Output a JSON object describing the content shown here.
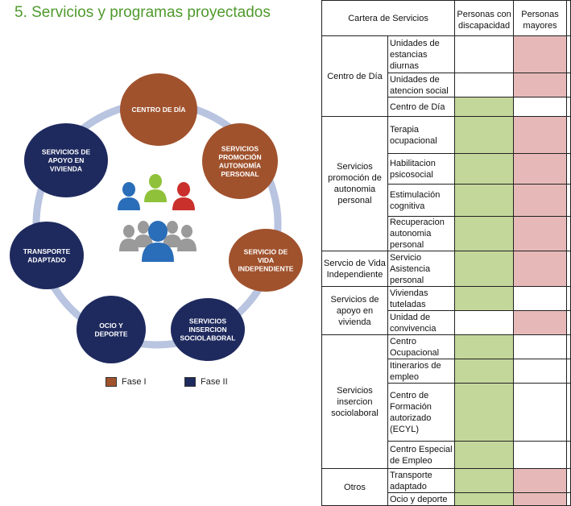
{
  "title": "5. Servicios y programas proyectados",
  "colors": {
    "fase1": "#a0522d",
    "fase2": "#1e2a5e",
    "ring": "#b8c4e0",
    "green": "#c4d79b",
    "pink": "#e6b9b8",
    "title": "#4f9a2d"
  },
  "diagram": {
    "nodes": [
      {
        "id": "centro",
        "label": [
          "CENTRO DE DÍA"
        ],
        "phase": 1
      },
      {
        "id": "promocion",
        "label": [
          "SERVICIOS",
          "PROMOCIÓN",
          "AUTONOMÍA",
          "PERSONAL"
        ],
        "phase": 1
      },
      {
        "id": "vida",
        "label": [
          "SERVICIO DE",
          "VIDA",
          "INDEPENDIENTE"
        ],
        "phase": 1
      },
      {
        "id": "insercion",
        "label": [
          "SERVICIOS",
          "INSERCION",
          "SOCIOLABORAL"
        ],
        "phase": 2
      },
      {
        "id": "ocio",
        "label": [
          "OCIO Y",
          "DEPORTE"
        ],
        "phase": 2
      },
      {
        "id": "transporte",
        "label": [
          "TRANSPORTE",
          "ADAPTADO"
        ],
        "phase": 2
      },
      {
        "id": "apoyo",
        "label": [
          "SERVICIOS DE",
          "APOYO EN",
          "VIVIENDA"
        ],
        "phase": 2
      }
    ],
    "center_icon": "people-group-icon"
  },
  "legend": {
    "fase1": "Fase I",
    "fase2": "Fase II"
  },
  "table": {
    "header": [
      "Cartera de Servicios",
      "Personas con discapacidad",
      "Personas mayores"
    ],
    "groups": [
      {
        "name": "Centro de Día",
        "rows": [
          {
            "service": "Unidades de estancias diurnas",
            "c1": "white",
            "c2": "pink"
          },
          {
            "service": "Unidades de atencion social",
            "c1": "white",
            "c2": "pink"
          },
          {
            "service": "Centro de Día",
            "c1": "green",
            "c2": "white"
          }
        ]
      },
      {
        "name": "Servicios promoción de autonomia personal",
        "rows": [
          {
            "service": "Terapia ocupacional",
            "c1": "green",
            "c2": "pink"
          },
          {
            "service": "Habilitacion psicosocial",
            "c1": "green",
            "c2": "pink"
          },
          {
            "service": "Estimulación cognitiva",
            "c1": "green",
            "c2": "pink"
          },
          {
            "service": "Recuperacion autonomia personal",
            "c1": "green",
            "c2": "pink"
          }
        ]
      },
      {
        "name": "Servcio de Vida Independiente",
        "rows": [
          {
            "service": "Servicio Asistencia personal",
            "c1": "green",
            "c2": "pink"
          }
        ]
      },
      {
        "name": "Servicios de apoyo en vivienda",
        "rows": [
          {
            "service": "Viviendas tuteladas",
            "c1": "green",
            "c2": "white"
          },
          {
            "service": "Unidad de convivencia",
            "c1": "white",
            "c2": "pink"
          }
        ]
      },
      {
        "name": "Servicios insercion sociolaboral",
        "rows": [
          {
            "service": "Centro Ocupacional",
            "c1": "green",
            "c2": "white"
          },
          {
            "service": "Itinerarios de empleo",
            "c1": "green",
            "c2": "white"
          },
          {
            "service": "Centro de Formación autorizado (ECYL)",
            "c1": "green",
            "c2": "white"
          },
          {
            "service": "Centro Especial de Empleo",
            "c1": "green",
            "c2": "white"
          }
        ]
      },
      {
        "name": "Otros",
        "rows": [
          {
            "service": "Transporte adaptado",
            "c1": "green",
            "c2": "pink"
          },
          {
            "service": "Ocio y deporte",
            "c1": "green",
            "c2": "pink"
          }
        ]
      }
    ]
  }
}
